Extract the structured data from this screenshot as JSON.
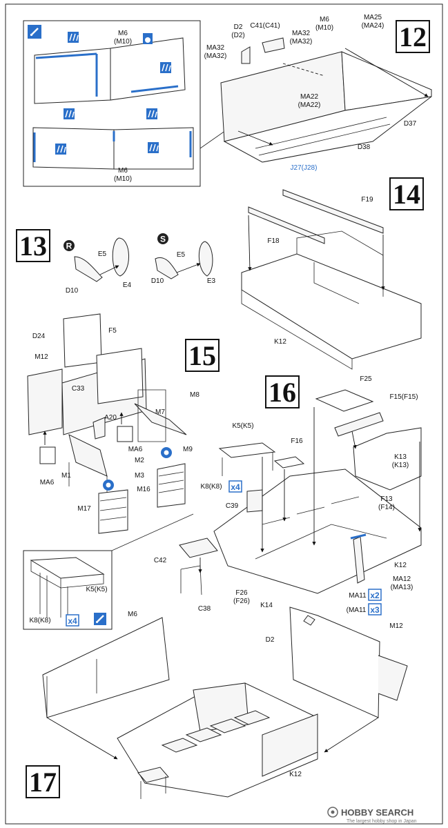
{
  "steps": [
    {
      "number": "12"
    },
    {
      "number": "13"
    },
    {
      "number": "14"
    },
    {
      "number": "15"
    },
    {
      "number": "16"
    },
    {
      "number": "17"
    }
  ],
  "step12": {
    "inset_m6": "M6",
    "inset_m10": "(M10)",
    "inset2_m6": "M6",
    "inset2_m10": "(M10)",
    "d2": "D2",
    "d2_alt": "(D2)",
    "c41": "C41(C41)",
    "ma32_a": "MA32",
    "ma32_a_alt": "(MA32)",
    "ma32_b": "MA32",
    "ma32_b_alt": "(MA32)",
    "m6": "M6",
    "m6_alt": "(M10)",
    "ma25": "MA25",
    "ma25_alt": "(MA24)",
    "ma22": "MA22",
    "ma22_alt": "(MA22)",
    "d37": "D37",
    "d38": "D38",
    "j27": "J27(J28)"
  },
  "step13": {
    "r_badge": "R",
    "s_badge": "S",
    "e5_left": "E5",
    "d10_left": "D10",
    "e4": "E4",
    "e5_right": "E5",
    "d10_right": "D10",
    "e3": "E3"
  },
  "step14": {
    "f19": "F19",
    "f18": "F18",
    "k12": "K12"
  },
  "step15": {
    "d24": "D24",
    "f5": "F5",
    "m12": "M12",
    "c33": "C33",
    "m8": "M8",
    "m7": "M7",
    "a20": "A20",
    "ma6_right": "MA6",
    "m9": "M9",
    "m2": "M2",
    "m1": "M1",
    "m3": "M3",
    "ma6_left": "MA6",
    "m16": "M16",
    "m17": "M17"
  },
  "step16": {
    "f25": "F25",
    "f15": "F15(F15)",
    "k5": "K5(K5)",
    "f16": "F16",
    "k13": "K13",
    "k13_alt": "(K13)",
    "k8": "K8(K8)",
    "x4": "x4",
    "c39": "C39",
    "f13": "F13",
    "f14": "(F14)",
    "c42": "C42",
    "k12": "K12",
    "ma12": "MA12",
    "ma12_alt": "(MA13)",
    "ma11": "MA11",
    "x2": "x2",
    "ma11_alt": "(MA11",
    "x3": "x3",
    "f26": "F26",
    "f26_alt": "(F26)",
    "k14": "K14",
    "c38": "C38",
    "inset_k5": "K5(K5)",
    "inset_k8": "K8(K8)",
    "inset_x4": "x4"
  },
  "step17": {
    "m6": "M6",
    "d2": "D2",
    "m12": "M12",
    "k12": "K12"
  },
  "watermark": {
    "brand": "HOBBY SEARCH",
    "sub": "The largest hobby shop in Japan"
  },
  "colors": {
    "accent_blue": "#2a6fc9",
    "line": "#222222"
  }
}
